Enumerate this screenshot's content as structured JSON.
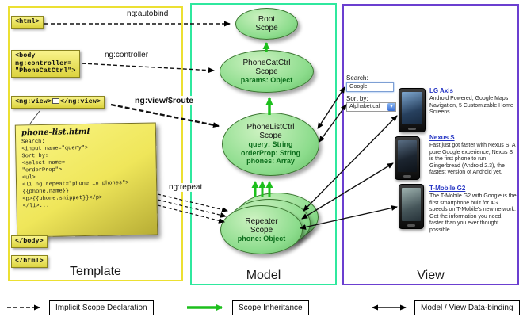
{
  "template": {
    "panel_label": "Template",
    "html_open": "<html>",
    "body_open": "<body\nng:controller=\n\"PhoneCatCtrl\">",
    "ng_view_open": "<ng:view>",
    "ng_view_close": "</ng:view>",
    "body_close": "</body>",
    "html_close": "</html>",
    "note_title": "phone-list.html",
    "note_code": "Search:\n<input name=\"query\">\nSort by:\n<select name=\n\"orderProp\">\n<ul>\n<li ng:repeat=\"phone in phones\">\n{{phone.name}}\n<p>{{phone.snippet}}</p>\n</li>..."
  },
  "model": {
    "panel_label": "Model",
    "root_scope_title": "Root\nScope",
    "phonecat_title": "PhoneCatCtrl\nScope",
    "phonecat_prop": "params: Object",
    "phonelist_title": "PhoneListCtrl\nScope",
    "phonelist_props": [
      "query: String",
      "orderProp: String",
      "phones: Array"
    ],
    "repeater_title": "Repeater\nScope",
    "repeater_prop": "phone: Object"
  },
  "view": {
    "panel_label": "View",
    "search_label": "Search:",
    "search_value": "Google",
    "sort_label": "Sort by:",
    "sort_value": "Alphabetical",
    "select_arrow_icon": "▾",
    "phones": [
      {
        "name": "LG Axis",
        "description": "Android Powered, Google Maps Navigation, 5 Customizable Home Screens"
      },
      {
        "name": "Nexus S",
        "description": "Fast just got faster with Nexus S. A pure Google experience, Nexus S is the first phone to run Gingerbread (Android 2.3), the fastest version of Android yet."
      },
      {
        "name": "T-Mobile G2",
        "description": "The T-Mobile G2 with Google is the first smartphone built for 4G speeds on T-Mobile's new network. Get the information you need, faster than you ever thought possible."
      }
    ]
  },
  "arrows": {
    "autobind": "ng:autobind",
    "controller": "ng:controller",
    "view_route": "ng:view/$route",
    "repeat": "ng:repeat"
  },
  "legend": {
    "implicit": "Implicit Scope Declaration",
    "inheritance": "Scope Inheritance",
    "binding": "Model / View Data-binding"
  },
  "colors": {
    "template_border": "#ece032",
    "model_border": "#2fe89e",
    "view_border": "#6b3fd0",
    "scope_green": "#8cdc8c",
    "inheritance_green": "#1dbf1d",
    "link_blue": "#2636c4"
  }
}
